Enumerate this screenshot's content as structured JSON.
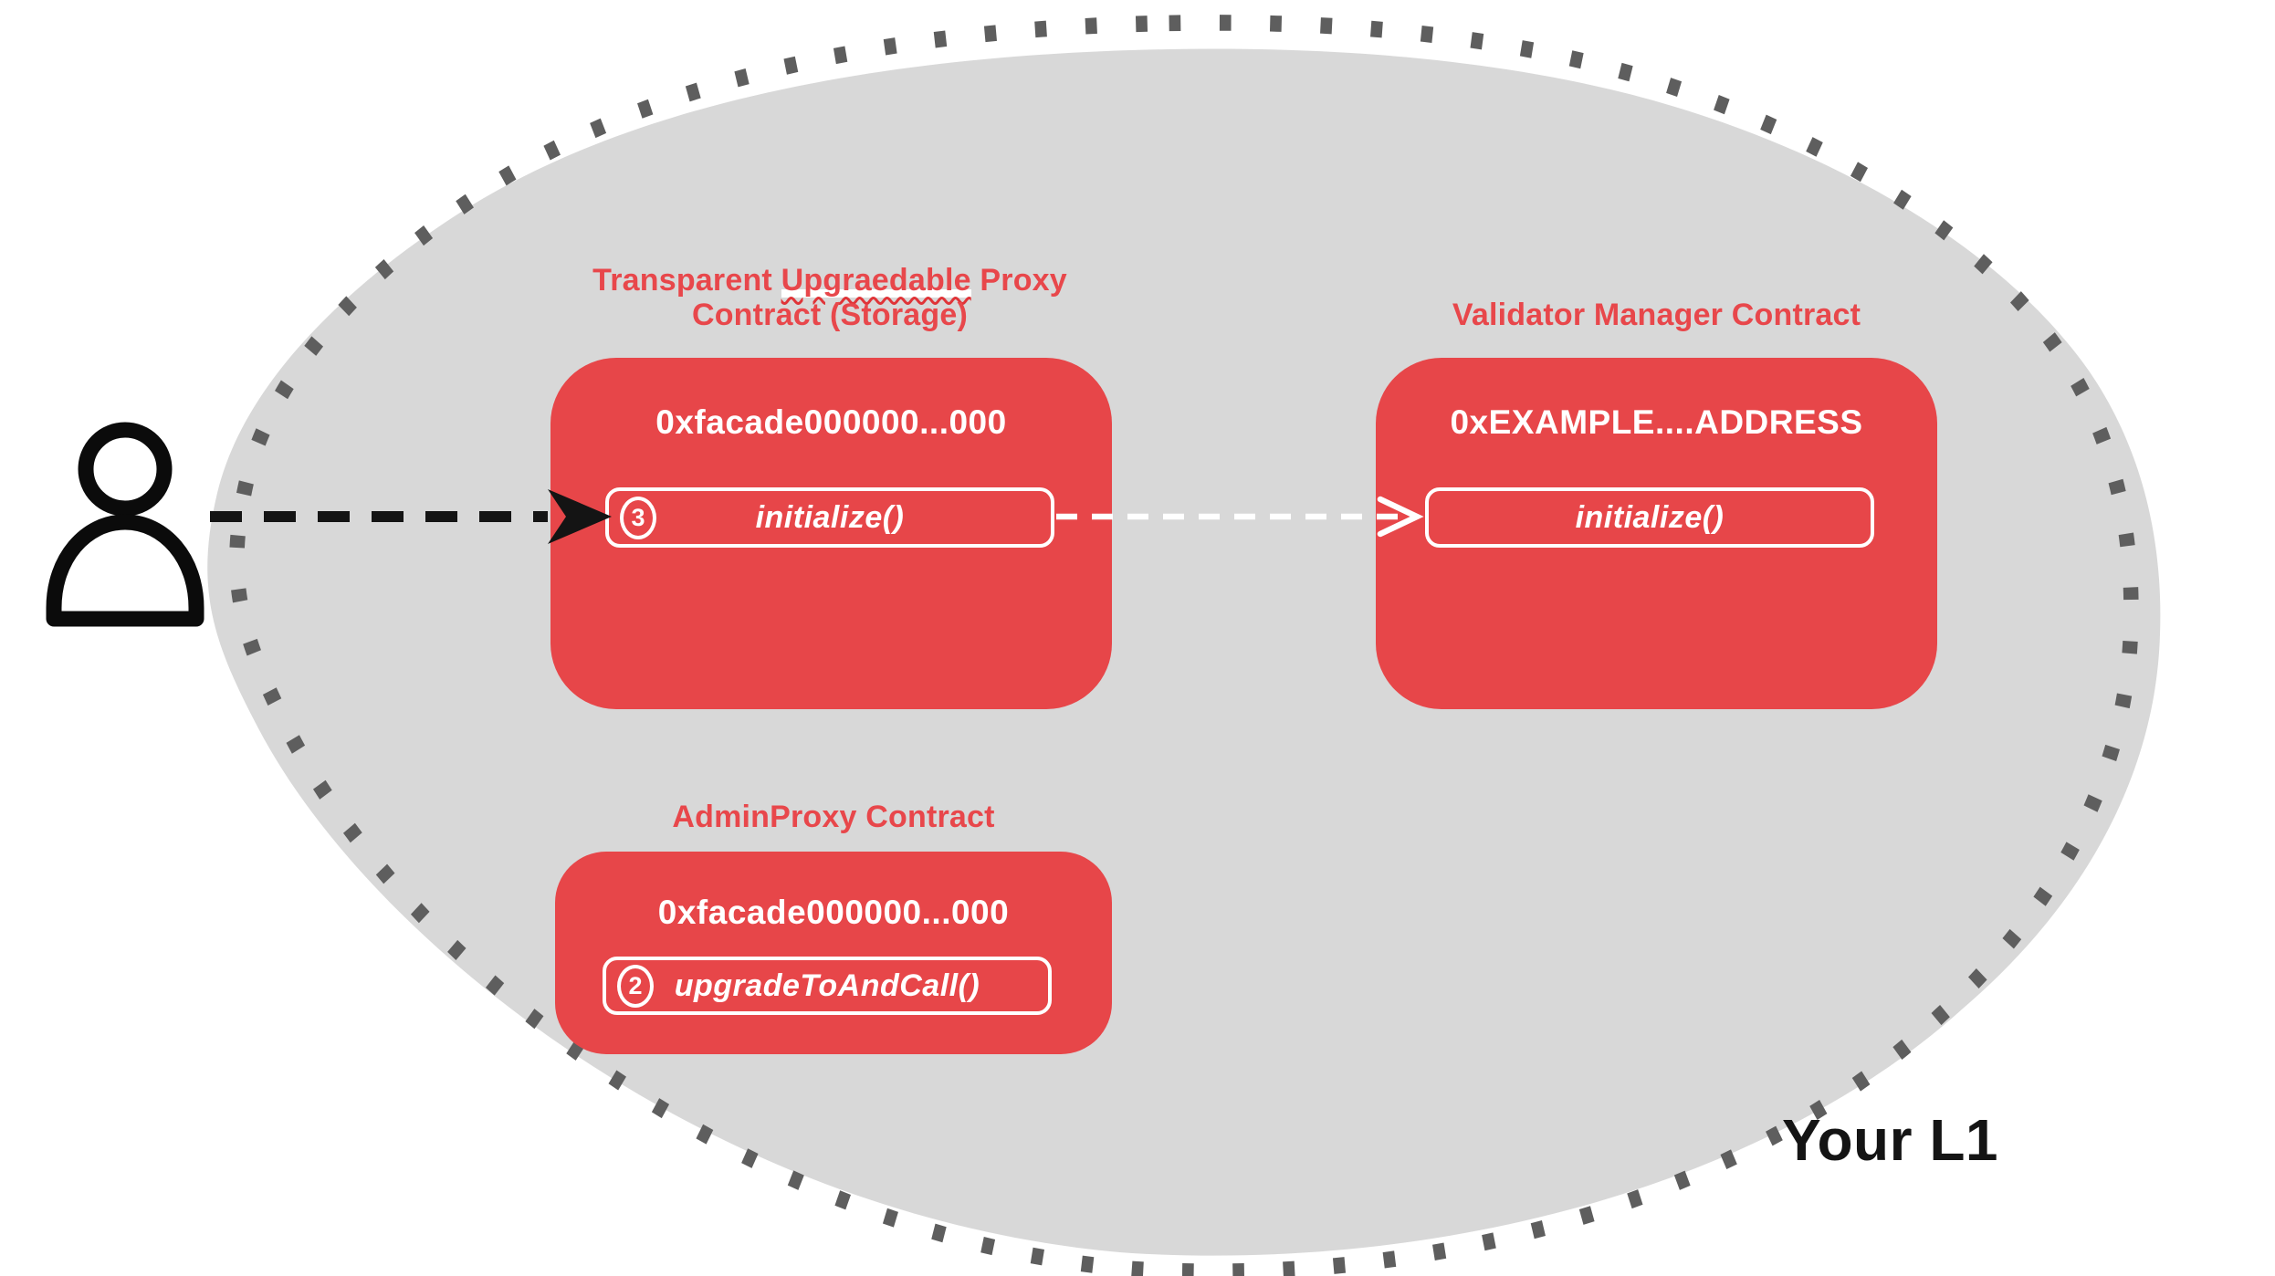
{
  "diagram": {
    "region": {
      "label": "Your L1"
    },
    "actor": {
      "icon": "person-icon"
    },
    "contracts": [
      {
        "name": "transparent-proxy",
        "title": {
          "prefix": "Transparent ",
          "misspelled": "Upgraedable",
          "suffix": " Proxy",
          "line2": "Contract (Storage)"
        },
        "address": "0xfacade000000...000",
        "method": {
          "badge": "3",
          "label": "initialize()"
        }
      },
      {
        "name": "validator-manager",
        "title": {
          "line1": "Validator Manager Contract"
        },
        "address": "0xEXAMPLE....ADDRESS",
        "method": {
          "label": "initialize()"
        }
      },
      {
        "name": "admin-proxy",
        "title": {
          "line1": "AdminProxy  Contract"
        },
        "address": "0xfacade000000...000",
        "method": {
          "badge": "2",
          "label": "upgradeToAndCall()"
        }
      }
    ],
    "arrows": [
      {
        "name": "user-call-arrow",
        "style": "black-dashed",
        "from": "user",
        "to": "transparent-proxy.initialize"
      },
      {
        "name": "proxy-delegate-arrow",
        "style": "white-dashed",
        "from": "transparent-proxy.initialize",
        "to": "validator-manager.initialize"
      }
    ],
    "colors": {
      "contract_red": "#e74649",
      "title_red": "#e8474b",
      "blob_gray": "#d8d8d8",
      "dot_gray": "#5e5e5e",
      "ink": "#141414"
    }
  }
}
